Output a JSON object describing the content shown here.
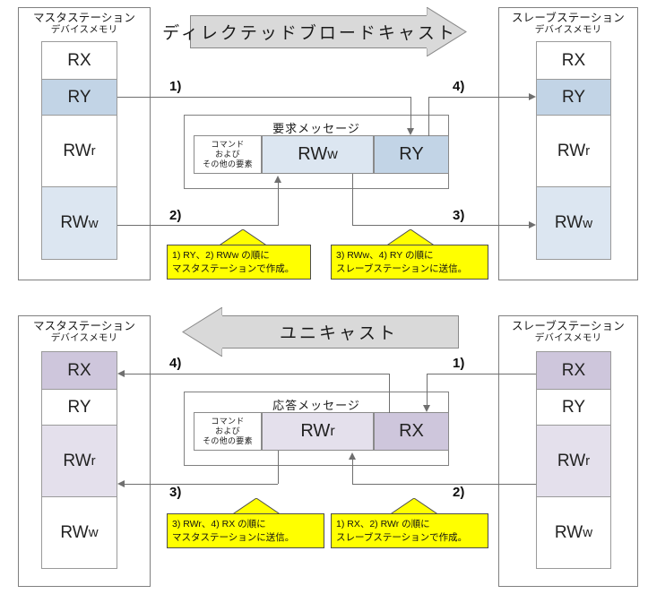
{
  "diagram": {
    "title_semantic": "cyclic-transmission-message-flow",
    "colors": {
      "blue_strong": "#c2d4e6",
      "blue_light": "#dce6f1",
      "purple_strong": "#cec6dc",
      "purple_light": "#e4e0ec",
      "banner_fill": "#d9d9d9",
      "callout_fill": "#ffff00",
      "line": "#6f6f6f",
      "border": "#7f7f7f"
    }
  },
  "top": {
    "banner": {
      "label": "ディレクテッドブロードキャスト",
      "direction": "right"
    },
    "master": {
      "title_line1": "マスタステーション",
      "title_line2": "デバイスメモリ",
      "cells": [
        {
          "label": "RX",
          "sub": "",
          "fill": "none"
        },
        {
          "label": "RY",
          "sub": "",
          "fill": "blue_strong"
        },
        {
          "label": "RW",
          "sub": "r",
          "fill": "none"
        },
        {
          "label": "RW",
          "sub": "w",
          "fill": "blue_light"
        }
      ]
    },
    "slave": {
      "title_line1": "スレーブステーション",
      "title_line2": "デバイスメモリ",
      "cells": [
        {
          "label": "RX",
          "sub": "",
          "fill": "none"
        },
        {
          "label": "RY",
          "sub": "",
          "fill": "blue_strong"
        },
        {
          "label": "RW",
          "sub": "r",
          "fill": "none"
        },
        {
          "label": "RW",
          "sub": "w",
          "fill": "blue_light"
        }
      ]
    },
    "message": {
      "title": "要求メッセージ",
      "segments": [
        {
          "label": "コマンド\nおよび\nその他の要素",
          "line1": "コマンド",
          "line2": "および",
          "line3": "その他の要素",
          "fill": "none",
          "kind": "command"
        },
        {
          "label": "RW",
          "sub": "w",
          "fill": "blue_light",
          "kind": "data"
        },
        {
          "label": "RY",
          "sub": "",
          "fill": "blue_strong",
          "kind": "data"
        }
      ]
    },
    "steps": [
      {
        "num": "1)"
      },
      {
        "num": "2)"
      },
      {
        "num": "3)"
      },
      {
        "num": "4)"
      }
    ],
    "callouts": [
      {
        "line1": "1) RY、2) RWw の順に",
        "line2": "マスタステーションで作成。"
      },
      {
        "line1": "3) RWw、4) RY の順に",
        "line2": "スレーブステーションに送信。"
      }
    ]
  },
  "bottom": {
    "banner": {
      "label": "ユニキャスト",
      "direction": "left"
    },
    "master": {
      "title_line1": "マスタステーション",
      "title_line2": "デバイスメモリ",
      "cells": [
        {
          "label": "RX",
          "sub": "",
          "fill": "purple_strong"
        },
        {
          "label": "RY",
          "sub": "",
          "fill": "none"
        },
        {
          "label": "RW",
          "sub": "r",
          "fill": "purple_light"
        },
        {
          "label": "RW",
          "sub": "w",
          "fill": "none"
        }
      ]
    },
    "slave": {
      "title_line1": "スレーブステーション",
      "title_line2": "デバイスメモリ",
      "cells": [
        {
          "label": "RX",
          "sub": "",
          "fill": "purple_strong"
        },
        {
          "label": "RY",
          "sub": "",
          "fill": "none"
        },
        {
          "label": "RW",
          "sub": "r",
          "fill": "purple_light"
        },
        {
          "label": "RW",
          "sub": "w",
          "fill": "none"
        }
      ]
    },
    "message": {
      "title": "応答メッセージ",
      "segments": [
        {
          "line1": "コマンド",
          "line2": "および",
          "line3": "その他の要素",
          "fill": "none",
          "kind": "command"
        },
        {
          "label": "RW",
          "sub": "r",
          "fill": "purple_light",
          "kind": "data"
        },
        {
          "label": "RX",
          "sub": "",
          "fill": "purple_strong",
          "kind": "data"
        }
      ]
    },
    "steps": [
      {
        "num": "1)"
      },
      {
        "num": "2)"
      },
      {
        "num": "3)"
      },
      {
        "num": "4)"
      }
    ],
    "callouts": [
      {
        "line1": "3) RWr、4) RX の順に",
        "line2": "マスタステーションに送信。"
      },
      {
        "line1": "1) RX、2) RWr の順に",
        "line2": "スレーブステーションで作成。"
      }
    ]
  }
}
